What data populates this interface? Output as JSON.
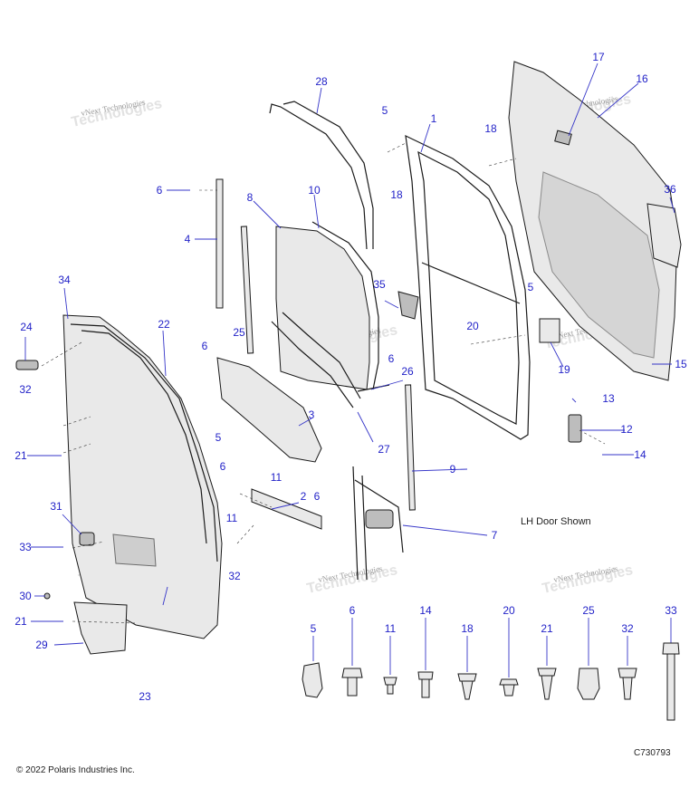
{
  "callouts": {
    "c1": "1",
    "c2": "2",
    "c3": "3",
    "c4": "4",
    "c5a": "5",
    "c5b": "5",
    "c5c": "5",
    "c6a": "6",
    "c6b": "6",
    "c6c": "6",
    "c6d": "6",
    "c6e": "6",
    "c7": "7",
    "c8": "8",
    "c9": "9",
    "c10": "10",
    "c11a": "11",
    "c11b": "11",
    "c12": "12",
    "c13": "13",
    "c14": "14",
    "c15": "15",
    "c16": "16",
    "c17": "17",
    "c18a": "18",
    "c18b": "18",
    "c19": "19",
    "c20": "20",
    "c21a": "21",
    "c21b": "21",
    "c22": "22",
    "c23": "23",
    "c24": "24",
    "c25": "25",
    "c26": "26",
    "c27": "27",
    "c28": "28",
    "c29": "29",
    "c30": "30",
    "c31": "31",
    "c32a": "32",
    "c32b": "32",
    "c33": "33",
    "c34": "34",
    "c35": "35",
    "c36": "36"
  },
  "fastener_legend": [
    "5",
    "6",
    "11",
    "14",
    "18",
    "20",
    "21",
    "25",
    "32",
    "33"
  ],
  "note": "LH Door Shown",
  "copyright": "© 2022 Polaris Industries Inc.",
  "drawing_id": "C730793",
  "watermark": "vNext Technologies",
  "watermark_ghost": "Technologies"
}
